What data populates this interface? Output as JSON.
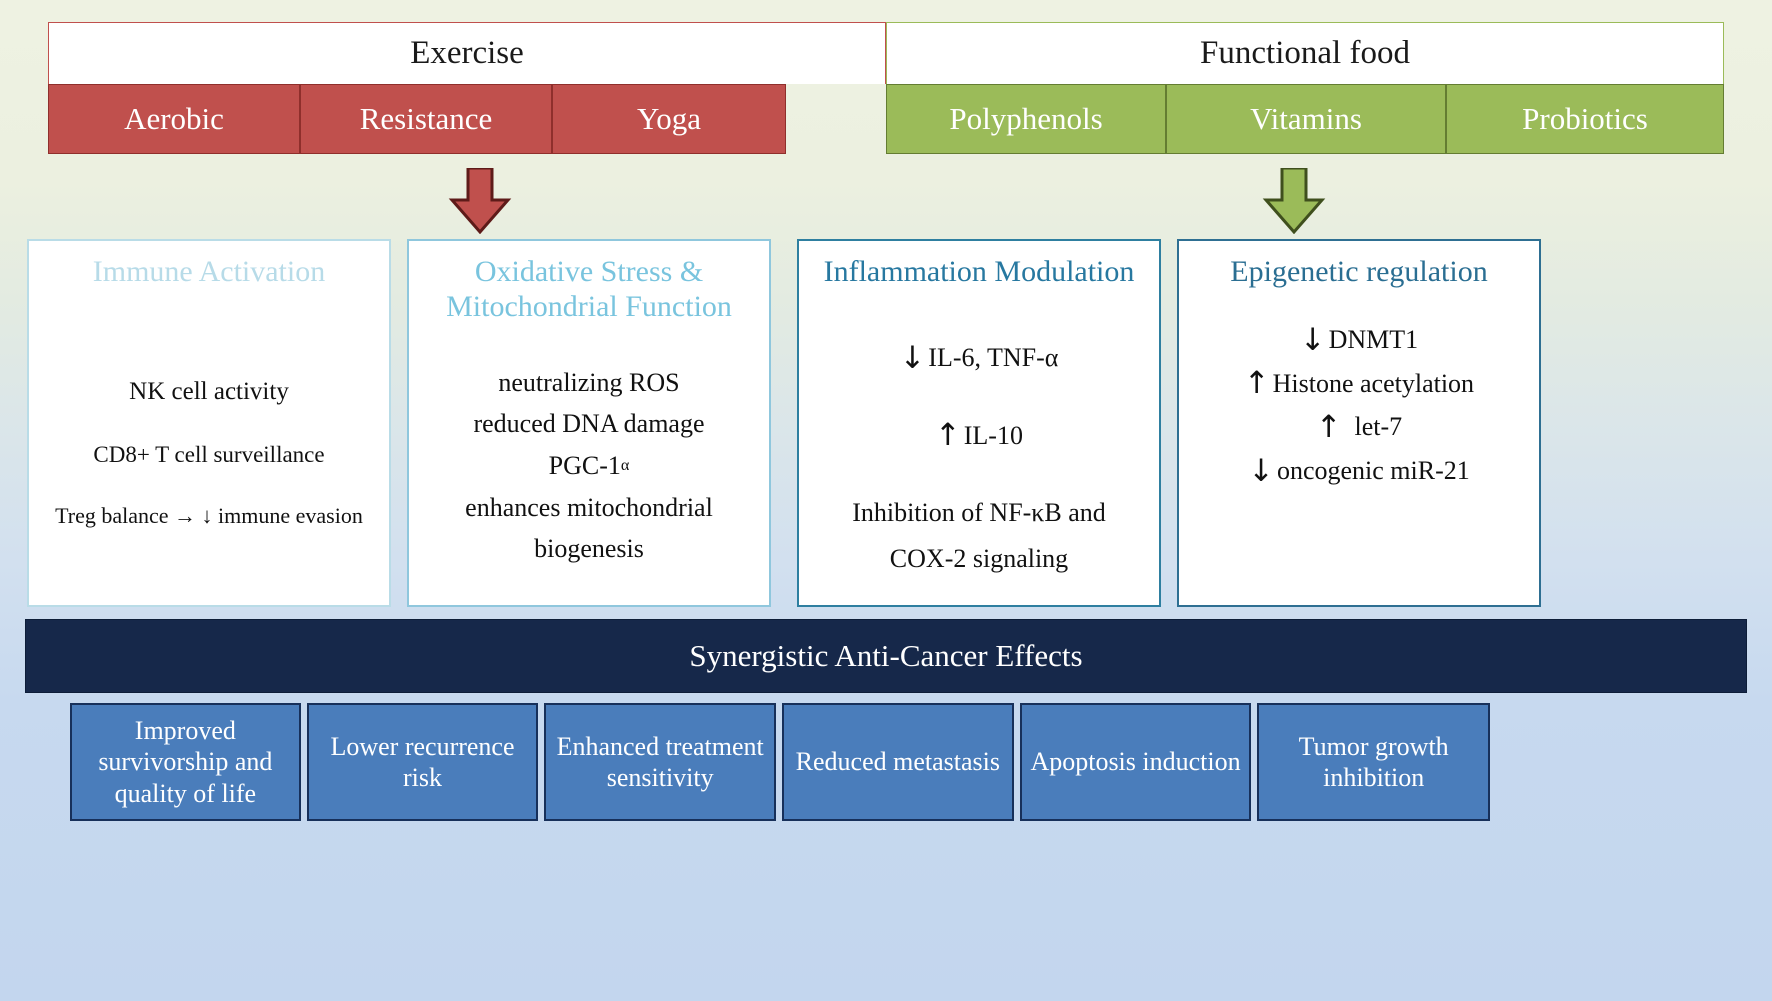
{
  "header": {
    "groups": [
      {
        "title": "Exercise",
        "color": "#c0504d",
        "items": [
          "Aerobic",
          "Resistance",
          "Yoga"
        ]
      },
      {
        "title": "Functional food",
        "color": "#9bbb59",
        "items": [
          "Polyphenols",
          "Vitamins",
          "Probiotics"
        ]
      }
    ]
  },
  "arrows": {
    "exercise_arrow": "down-arrow-red",
    "food_arrow": "down-arrow-green"
  },
  "mechanisms": [
    {
      "title": "Immune Activation",
      "title_color": "#b7dbe8",
      "border_color": "#b9dce7",
      "lines": [
        {
          "text": "NK cell activity",
          "prefix": "",
          "suffix": ""
        },
        {
          "text": "CD8+ T cell surveillance",
          "prefix": "",
          "suffix": ""
        },
        {
          "text": "Treg balance → ↓ immune evasion",
          "prefix": "",
          "suffix": ""
        }
      ]
    },
    {
      "title": "Oxidative Stress & Mitochondrial Function",
      "title_color": "#79c4de",
      "border_color": "#8fc7dd",
      "lines": [
        {
          "text": "neutralizing ROS"
        },
        {
          "text": "reduced DNA damage"
        },
        {
          "text": "PGC-1α"
        },
        {
          "text": "enhances mitochondrial"
        },
        {
          "text": "biogenesis"
        }
      ]
    },
    {
      "title": "Inflammation Modulation",
      "title_color": "#2778a0",
      "border_color": "#2e7fa0",
      "lines": [
        {
          "arrow": "↓",
          "text": "IL-6, TNF-α"
        },
        {
          "arrow": "↑",
          "text": "IL-10"
        },
        {
          "arrow": "",
          "text": "Inhibition of NF-κB and"
        },
        {
          "arrow": "",
          "text": "COX-2 signaling"
        }
      ]
    },
    {
      "title": "Epigenetic regulation",
      "title_color": "#2a6e92",
      "border_color": "#2e6f92",
      "lines": [
        {
          "arrow": "↓",
          "text": "DNMT1"
        },
        {
          "arrow": "↑",
          "text": "Histone acetylation"
        },
        {
          "arrow": "↑",
          "text": "let-7"
        },
        {
          "arrow": "↓",
          "text": "oncogenic miR-21"
        }
      ]
    }
  ],
  "synergy": {
    "label": "Synergistic Anti-Cancer Effects",
    "bg": "#16284a"
  },
  "outcomes": {
    "bg": "#4a7dbb",
    "items": [
      "Improved survivorship and quality of life",
      "Lower recurrence risk",
      "Enhanced treatment sensitivity",
      "Reduced metastasis",
      "Apoptosis induction",
      "Tumor growth inhibition"
    ]
  }
}
